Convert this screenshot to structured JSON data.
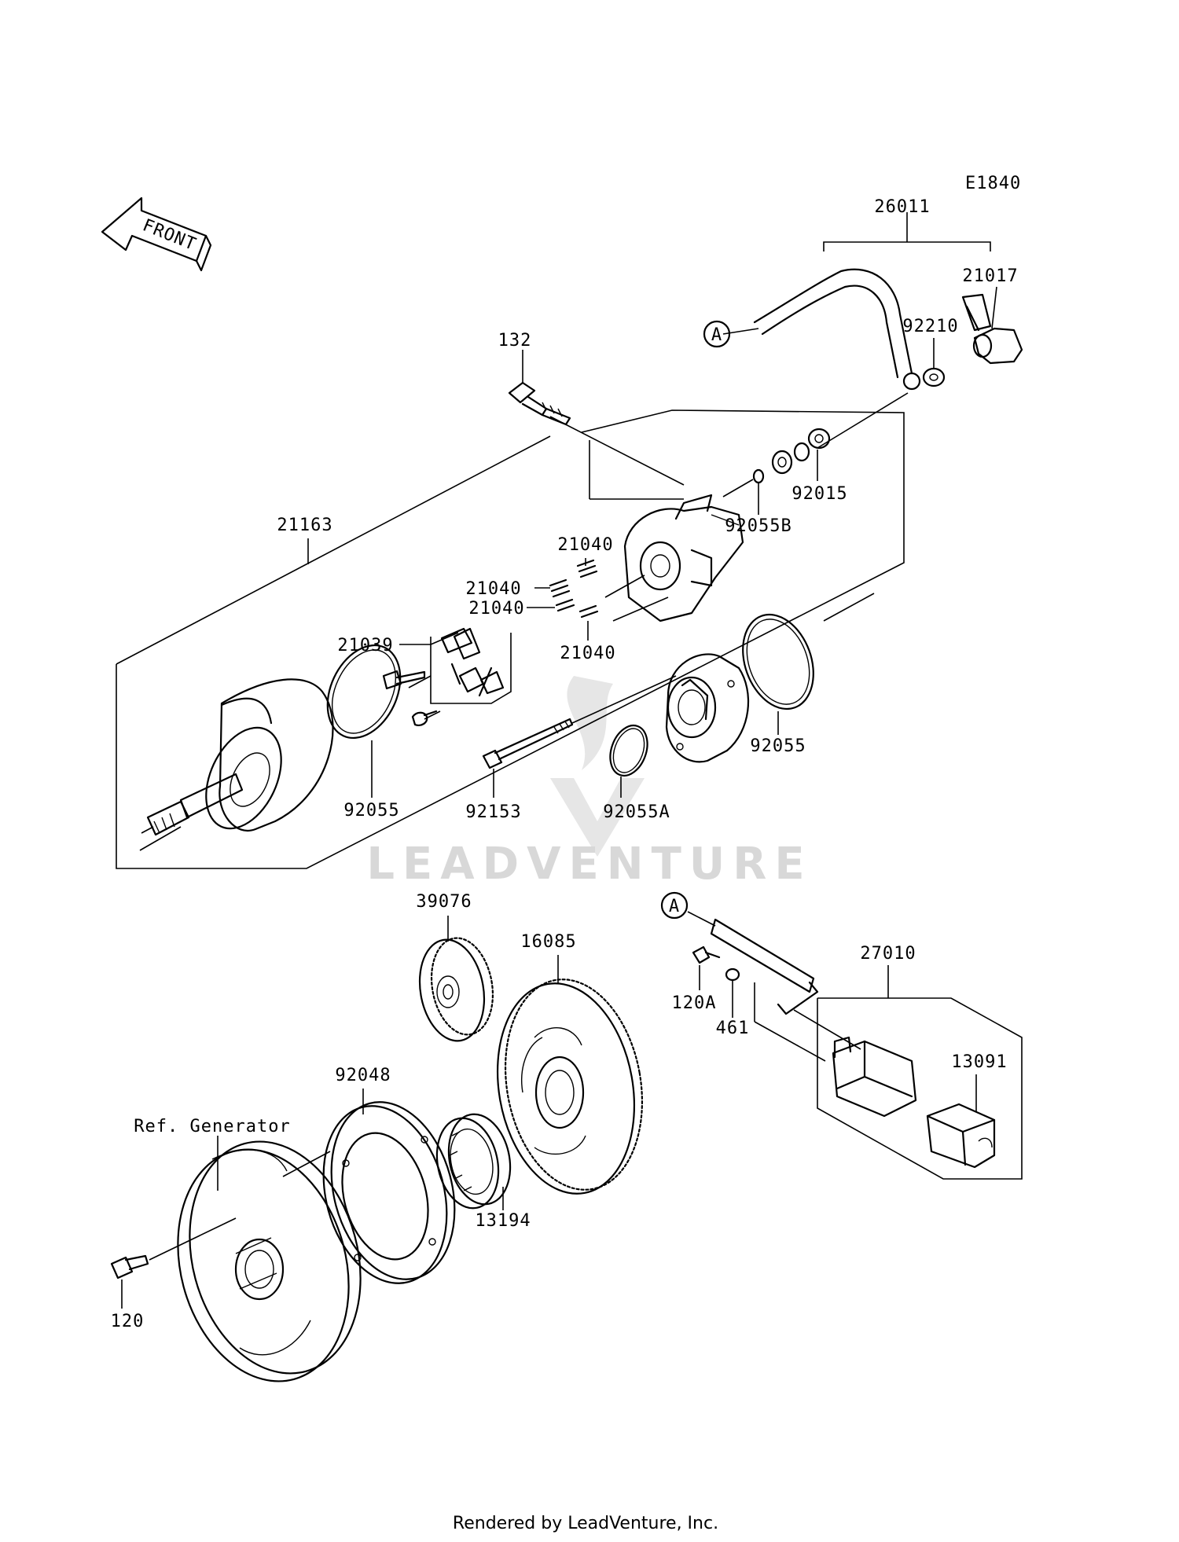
{
  "diagram": {
    "code": "E1840",
    "front_label": "FRONT",
    "watermark": "LEADVENTURE",
    "footer": "Rendered by LeadVenture, Inc.",
    "callout_marker": "A",
    "ref_label": "Ref. Generator",
    "parts": {
      "p26011": "26011",
      "p21017": "21017",
      "p92210": "92210",
      "p132": "132",
      "p92015": "92015",
      "p92055B": "92055B",
      "p21163": "21163",
      "p21040a": "21040",
      "p21040b": "21040",
      "p21040c": "21040",
      "p21040d": "21040",
      "p21039": "21039",
      "p92055a": "92055",
      "p92055b": "92055",
      "p92153": "92153",
      "p92055A": "92055A",
      "p39076": "39076",
      "p16085": "16085",
      "p27010": "27010",
      "p120A": "120A",
      "p461": "461",
      "p13091": "13091",
      "p92048": "92048",
      "p13194": "13194",
      "p120": "120"
    }
  }
}
